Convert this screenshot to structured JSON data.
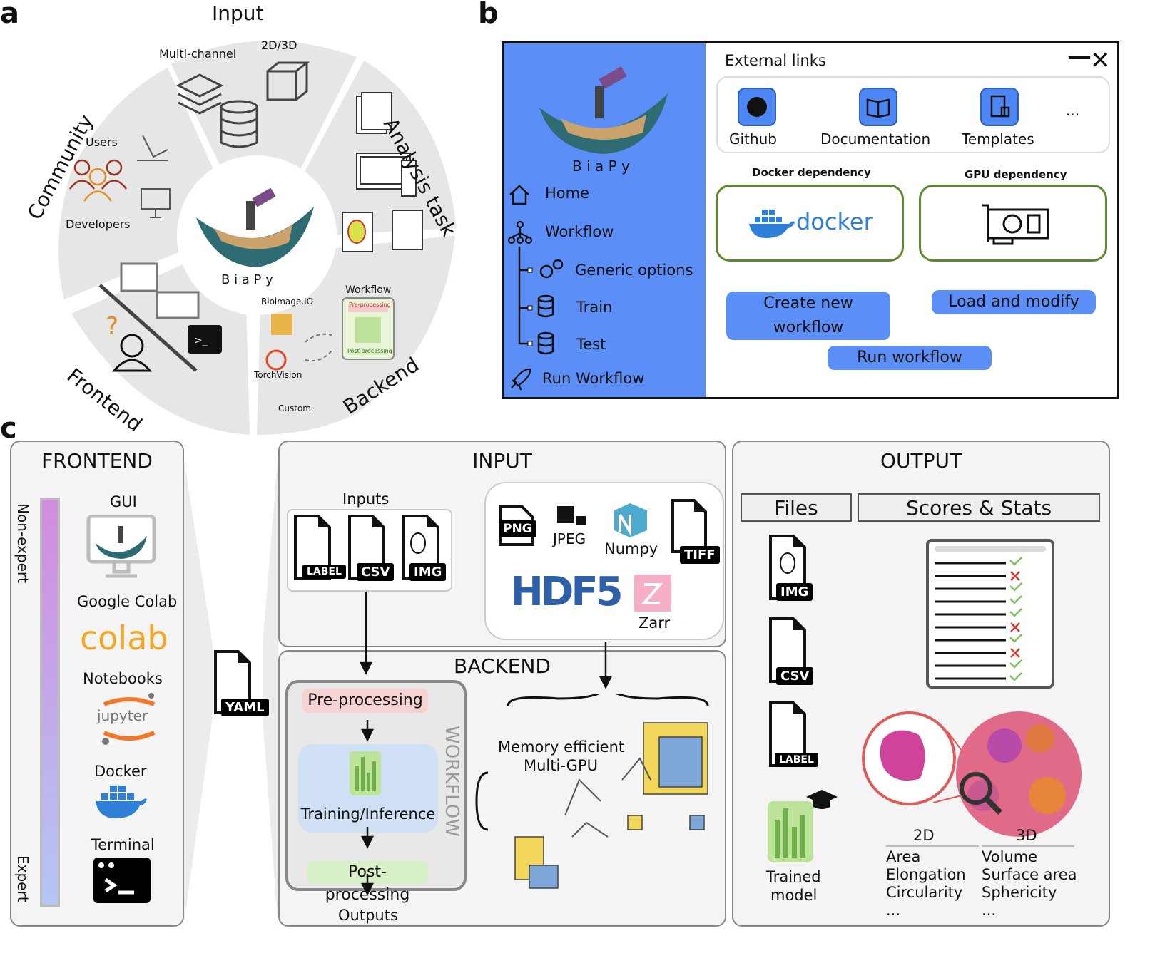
{
  "panel_a": {
    "letter": "a",
    "segments": {
      "input": "Input",
      "analysis": "Analysis task",
      "backend": "Backend",
      "frontend": "Frontend",
      "community": "Community"
    },
    "input_items": {
      "multichannel": "Multi-channel",
      "dims": "2D/3D"
    },
    "community_items": {
      "users": "Users",
      "developers": "Developers"
    },
    "center_label": "B i a P y",
    "backend_items": {
      "bioimage": "Bioimage.IO",
      "torchvision": "TorchVision",
      "custom": "Custom",
      "workflow": "Workflow",
      "pre": "Pre-processing",
      "post": "Post-processing"
    },
    "frontend_items": {
      "question": "?"
    }
  },
  "panel_b": {
    "letter": "b",
    "brand": "B i a P y",
    "nav": {
      "home": "Home",
      "workflow": "Workflow",
      "generic": "Generic options",
      "train": "Train",
      "test": "Test",
      "run": "Run Workflow"
    },
    "external_links_title": "External links",
    "window_controls": {
      "minimize": "—",
      "close": "✕"
    },
    "links": {
      "github": "Github",
      "docs": "Documentation",
      "templates": "Templates",
      "more": "..."
    },
    "docker_dep": "Docker dependency",
    "gpu_dep": "GPU dependency",
    "docker_logo": "docker",
    "buttons": {
      "create": "Create new workflow",
      "load": "Load and modify",
      "run": "Run workflow"
    },
    "colors": {
      "sidebar": "#5b8ef7",
      "button": "#5b8ef7",
      "border_green": "#5a8a2c"
    }
  },
  "panel_c": {
    "letter": "c",
    "frontend": {
      "title": "FRONTEND",
      "scale_top": "Non-expert",
      "scale_bottom": "Expert",
      "items": {
        "gui": "GUI",
        "colab_title": "Google Colab",
        "colab_logo": "colab",
        "notebooks": "Notebooks",
        "jupyter": "jupyter",
        "docker": "Docker",
        "terminal": "Terminal"
      }
    },
    "yaml": "YAML",
    "input": {
      "title": "INPUT",
      "inputs_label": "Inputs",
      "file_tags": {
        "label": "LABEL",
        "csv": "CSV",
        "img": "IMG"
      },
      "formats": {
        "png": "PNG",
        "jpeg": "JPEG",
        "numpy": "Numpy",
        "tiff": "TIFF",
        "hdf5": "HDF5",
        "zarr": "Zarr"
      }
    },
    "backend": {
      "title": "BACKEND",
      "workflow_label": "WORKFLOW",
      "pre": "Pre-processing",
      "train": "Training/Inference",
      "post": "Post-processing",
      "memory": "Memory efficient",
      "gpu": "Multi-GPU",
      "outputs": "Outputs"
    },
    "output": {
      "title": "OUTPUT",
      "files": "Files",
      "scores": "Scores & Stats",
      "file_tags": {
        "img": "IMG",
        "csv": "CSV",
        "label": "LABEL"
      },
      "trained_model": [
        "Trained",
        "model"
      ],
      "col2d": {
        "title": "2D",
        "items": [
          "Area",
          "Elongation",
          "Circularity",
          "..."
        ]
      },
      "col3d": {
        "title": "3D",
        "items": [
          "Volume",
          "Surface area",
          "Sphericity",
          "..."
        ]
      }
    }
  }
}
